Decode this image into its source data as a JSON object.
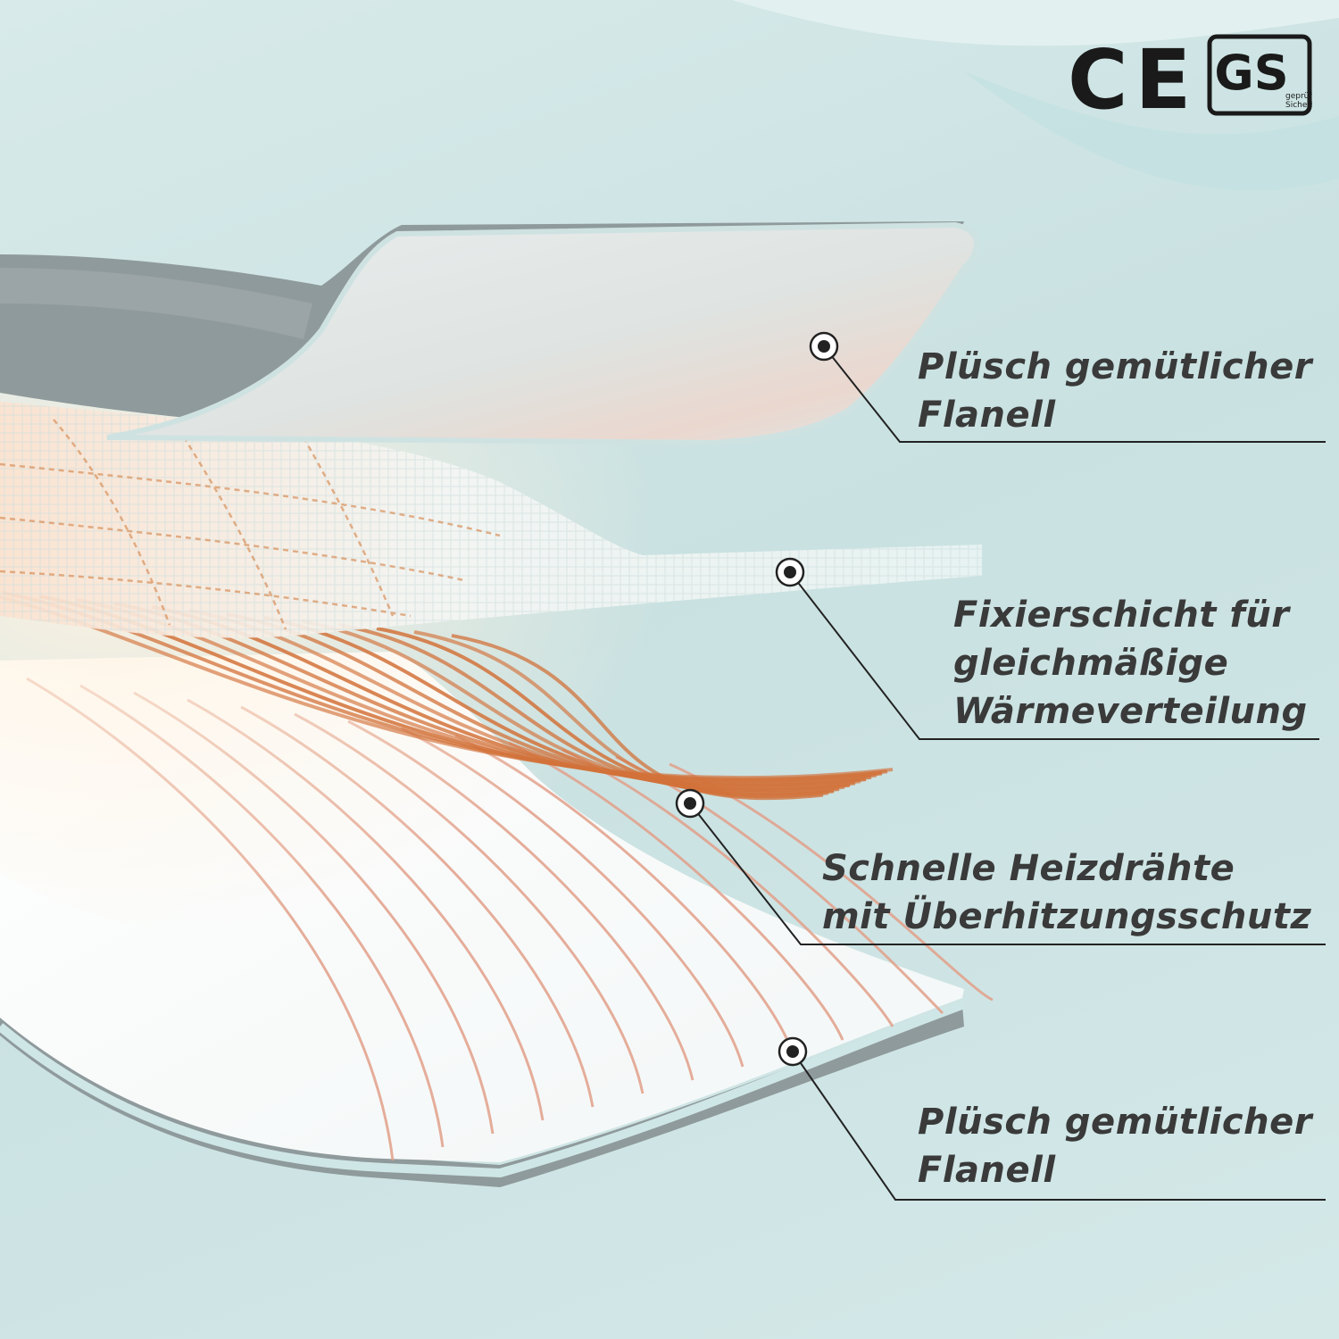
{
  "certifications": {
    "ce_mark": "CE",
    "gs_mark": "GS",
    "gs_caption_line1": "geprüfte",
    "gs_caption_line2": "Sicherheit"
  },
  "layers": [
    {
      "line1": "Plüsch gemütlicher",
      "line2": "Flanell"
    },
    {
      "line1": "Fixierschicht für",
      "line2": "gleichmäßige",
      "line3": "Wärmeverteilung"
    },
    {
      "line1": "Schnelle Heizdrähte",
      "line2": "mit Überhitzungsschutz"
    },
    {
      "line1": "Plüsch gemütlicher",
      "line2": "Flanell"
    }
  ],
  "colors": {
    "background": "#cfe4e4",
    "wire": "#d2723a",
    "text": "#3a3a3a",
    "fur": "#8f9a9c"
  }
}
